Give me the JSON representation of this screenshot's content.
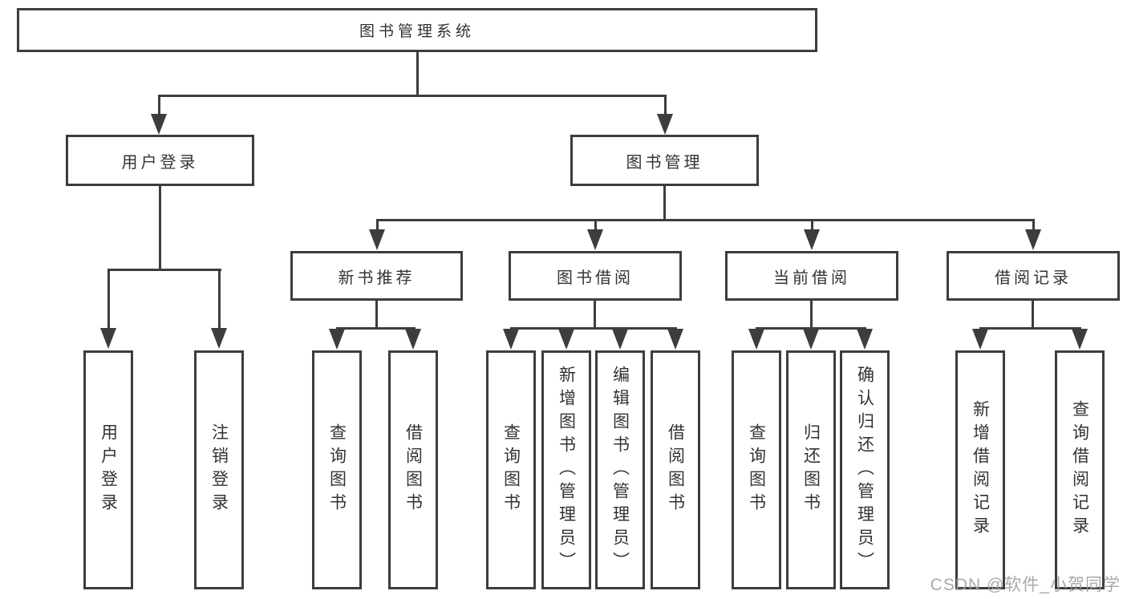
{
  "diagram": {
    "root": {
      "label": "图书管理系统"
    },
    "branches": [
      {
        "label": "用户登录",
        "children": [
          {
            "label": "用户登录"
          },
          {
            "label": "注销登录"
          }
        ]
      },
      {
        "label": "图书管理",
        "children": [
          {
            "label": "新书推荐",
            "children": [
              {
                "label": "查询图书"
              },
              {
                "label": "借阅图书"
              }
            ]
          },
          {
            "label": "图书借阅",
            "children": [
              {
                "label": "查询图书"
              },
              {
                "label": "新增图书（管理员）"
              },
              {
                "label": "编辑图书（管理员）"
              },
              {
                "label": "借阅图书"
              }
            ]
          },
          {
            "label": "当前借阅",
            "children": [
              {
                "label": "查询图书"
              },
              {
                "label": "归还图书"
              },
              {
                "label": "确认归还（管理员）"
              }
            ]
          },
          {
            "label": "借阅记录",
            "children": [
              {
                "label": "新增借阅记录"
              },
              {
                "label": "查询借阅记录"
              }
            ]
          }
        ]
      }
    ]
  },
  "watermark": {
    "text": "CSDN @软件_小贺同学"
  },
  "colors": {
    "line": "#3d3d3d",
    "text": "#333333",
    "watermark": "#a0a0a0",
    "background": "#ffffff"
  }
}
